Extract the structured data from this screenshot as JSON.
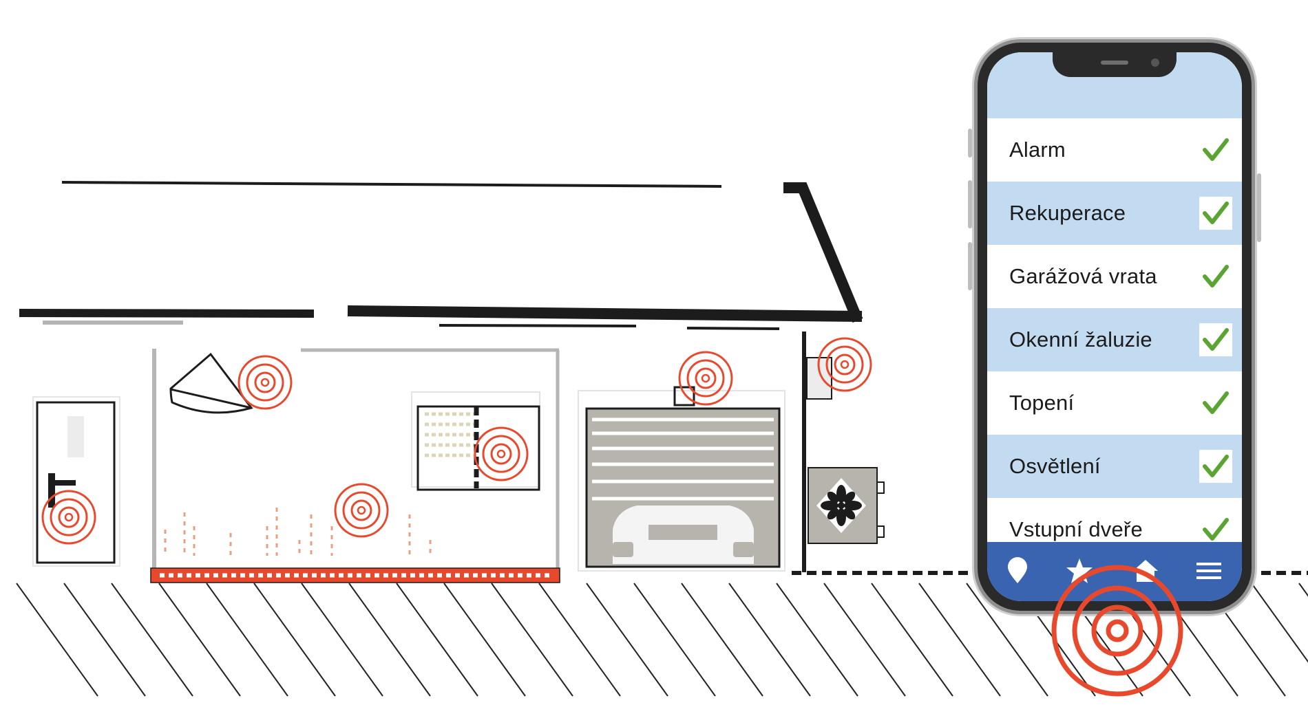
{
  "phone_app": {
    "items": [
      {
        "label": "Alarm",
        "status": "checked"
      },
      {
        "label": "Rekuperace",
        "status": "checked"
      },
      {
        "label": "Garážová vrata",
        "status": "checked"
      },
      {
        "label": "Okenní žaluzie",
        "status": "checked"
      },
      {
        "label": "Topení",
        "status": "checked"
      },
      {
        "label": "Osvětlení",
        "status": "checked"
      },
      {
        "label": "Vstupní dveře",
        "status": "checked"
      }
    ],
    "nav_icons": [
      "location-pin-icon",
      "star-icon",
      "home-icon",
      "menu-icon"
    ]
  },
  "colors": {
    "signal": "#e8492c",
    "heater": "#e8492c",
    "check": "#5aa532",
    "screen_light_blue": "#c3dbf1",
    "nav_blue": "#3b64b0",
    "structure": "#1c1c1c",
    "wall_gray": "#b5b5b5",
    "hatch": "#222222"
  }
}
